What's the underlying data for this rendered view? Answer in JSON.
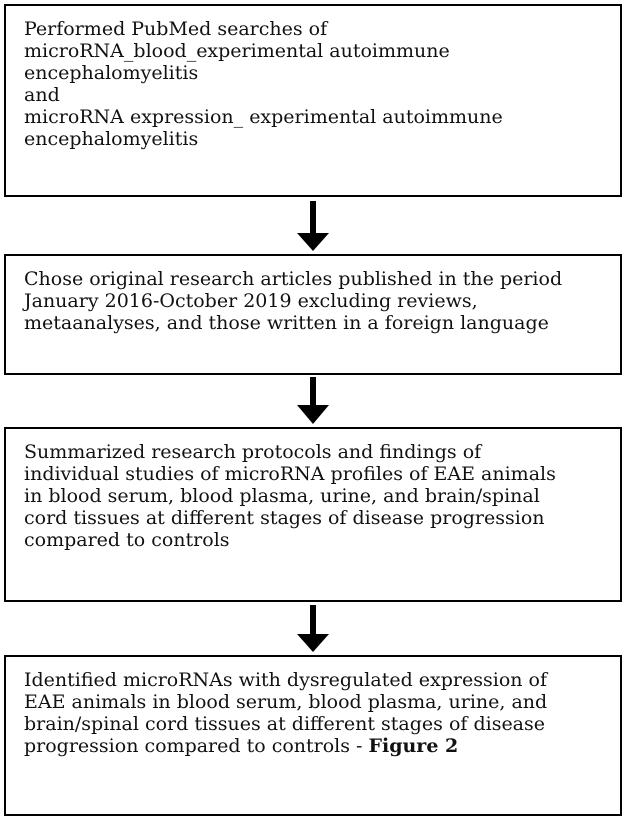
{
  "steps": [
    {
      "text": "Performed PubMed searches of\nmicroRNA_blood_experimental autoimmune\nencephalomyelitis\nand\nmicroRNA expression_ experimental autoimmune\nencephalomyelitis"
    },
    {
      "text": "Chose original research articles published in the period\nJanuary 2016-October 2019 excluding reviews,\nmetaanalyses, and those written in a foreign language"
    },
    {
      "text": "Summarized research protocols and findings of\nindividual studies of microRNA profiles of EAE animals\nin blood serum, blood plasma, urine, and brain/spinal\ncord tissues at different stages of disease progression\ncompared to controls"
    },
    {
      "text": "Identified microRNAs with dysregulated expression of\nEAE animals in blood serum, blood plasma, urine, and\nbrain/spinal cord tissues at different stages of disease\nprogression compared to controls - ",
      "bold_suffix": "Figure 2"
    }
  ],
  "colors": {
    "border": "#000000",
    "arrow": "#000000",
    "text": "#111111",
    "background": "#ffffff"
  }
}
